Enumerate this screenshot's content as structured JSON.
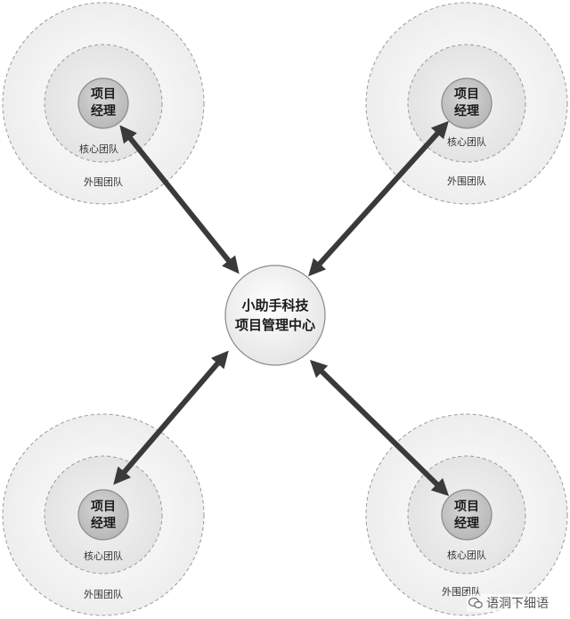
{
  "center": {
    "line1": "小助手科技",
    "line2": "项目管理中心"
  },
  "teams": [
    {
      "pm_line1": "项目",
      "pm_line2": "经理",
      "core": "核心团队",
      "outer": "外围团队"
    },
    {
      "pm_line1": "项目",
      "pm_line2": "经理",
      "core": "核心团队",
      "outer": "外围团队"
    },
    {
      "pm_line1": "项目",
      "pm_line2": "经理",
      "core": "核心团队",
      "outer": "外围团队"
    },
    {
      "pm_line1": "项目",
      "pm_line2": "经理",
      "core": "核心团队",
      "outer": "外围团队"
    }
  ],
  "watermark": {
    "text": "语洞下细语",
    "icon": "wechat-icon"
  },
  "colors": {
    "arrow": "#3a3a3a",
    "ring_stroke": "#9a9a9a"
  }
}
